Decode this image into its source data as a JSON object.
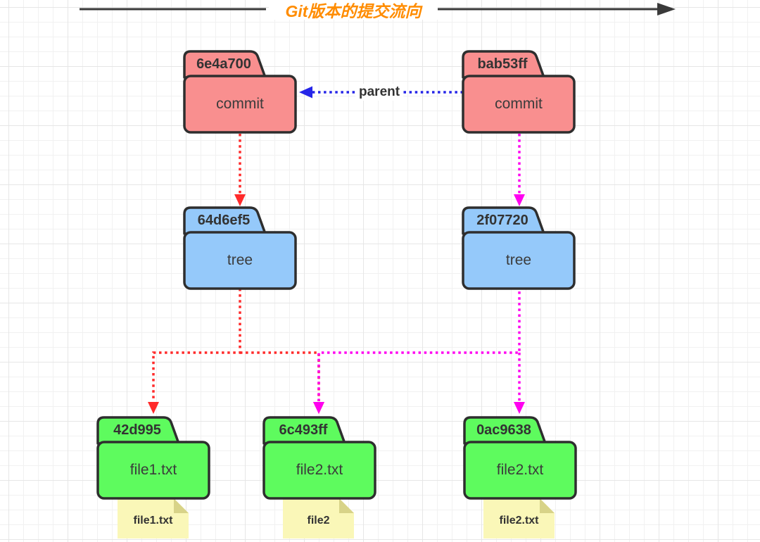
{
  "title": "Git版本的提交流向",
  "edges": {
    "parent_label": "parent"
  },
  "nodes": {
    "commit1": {
      "hash": "6e4a700",
      "label": "commit",
      "type": "commit"
    },
    "commit2": {
      "hash": "bab53ff",
      "label": "commit",
      "type": "commit"
    },
    "tree1": {
      "hash": "64d6ef5",
      "label": "tree",
      "type": "tree"
    },
    "tree2": {
      "hash": "2f07720",
      "label": "tree",
      "type": "tree"
    },
    "blob1": {
      "hash": "42d995",
      "label": "file1.txt",
      "type": "blob"
    },
    "blob2": {
      "hash": "6c493ff",
      "label": "file2.txt",
      "type": "blob"
    },
    "blob3": {
      "hash": "0ac9638",
      "label": "file2.txt",
      "type": "blob"
    }
  },
  "notes": {
    "note1": "file1.txt",
    "note2": "file2",
    "note3": "file2.txt"
  },
  "colors": {
    "commit_fill": "#F98F8F",
    "tree_fill": "#95C9FA",
    "blob_fill": "#5EFB5E",
    "note_fill": "#FAF7B8",
    "note_fold": "#D8D388",
    "outline": "#2E2E2E",
    "title_color": "#FF8C00",
    "edge_parent": "#2525E8",
    "edge_commit1_flow": "#FF2A2A",
    "edge_commit2_flow": "#FF00F0",
    "axis_arrow": "#3A3A3A"
  }
}
